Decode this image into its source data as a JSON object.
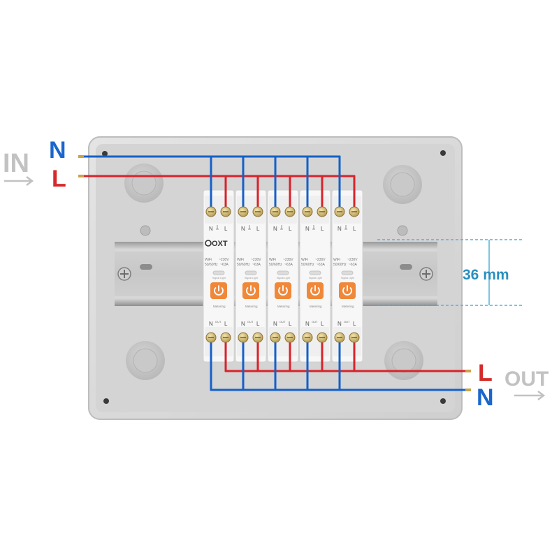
{
  "input": {
    "label": "IN",
    "neutral_letter": "N",
    "live_letter": "L"
  },
  "output": {
    "label": "OUT",
    "live_letter": "L",
    "neutral_letter": "N"
  },
  "dimension": {
    "text": "36 mm"
  },
  "colors": {
    "neutral_wire": "#1560c8",
    "live_wire": "#d8232a",
    "neutral_text": "#1a66cc",
    "live_text": "#d52a2a",
    "dimension_text": "#2a8fbf",
    "dimension_line": "#4fb3d6",
    "in_out_text": "#c2c2c2",
    "enclosure": "#d9d9d9",
    "power_button": "#f0883a"
  },
  "modules": [
    {
      "brand": "OXT",
      "top_terminal_n": "N",
      "top_terminal_l": "L",
      "wifi": "WiFi",
      "voltage": "~230V",
      "frequency": "50/60Hz",
      "current": "~63A",
      "signal_label": "Signal Light",
      "button_icon": "power-icon",
      "metering_label": "Metering",
      "bottom_terminal_n": "N",
      "bottom_terminal_out": "OUT",
      "bottom_terminal_l": "L"
    },
    {
      "brand": "",
      "top_terminal_n": "N",
      "top_terminal_l": "L",
      "wifi": "WiFi",
      "voltage": "~230V",
      "frequency": "50/60Hz",
      "current": "~63A",
      "signal_label": "Signal Light",
      "button_icon": "power-icon",
      "metering_label": "Metering",
      "bottom_terminal_n": "N",
      "bottom_terminal_out": "OUT",
      "bottom_terminal_l": "L"
    },
    {
      "brand": "",
      "top_terminal_n": "N",
      "top_terminal_l": "L",
      "wifi": "WiFi",
      "voltage": "~230V",
      "frequency": "50/60Hz",
      "current": "~63A",
      "signal_label": "Signal Light",
      "button_icon": "power-icon",
      "metering_label": "Metering",
      "bottom_terminal_n": "N",
      "bottom_terminal_out": "OUT",
      "bottom_terminal_l": "L"
    },
    {
      "brand": "",
      "top_terminal_n": "N",
      "top_terminal_l": "L",
      "wifi": "WiFi",
      "voltage": "~230V",
      "frequency": "50/60Hz",
      "current": "~63A",
      "signal_label": "Signal Light",
      "button_icon": "power-icon",
      "metering_label": "Metering",
      "bottom_terminal_n": "N",
      "bottom_terminal_out": "OUT",
      "bottom_terminal_l": "L"
    },
    {
      "brand": "",
      "top_terminal_n": "N",
      "top_terminal_l": "L",
      "wifi": "WiFi",
      "voltage": "~230V",
      "frequency": "50/60Hz",
      "current": "~63A",
      "signal_label": "Signal Light",
      "button_icon": "power-icon",
      "metering_label": "Metering",
      "bottom_terminal_n": "N",
      "bottom_terminal_out": "OUT",
      "bottom_terminal_l": "L"
    }
  ]
}
